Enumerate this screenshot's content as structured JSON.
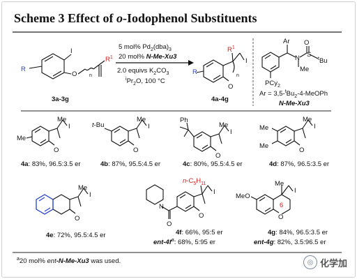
{
  "scheme": {
    "title_prefix": "Scheme 3 Effect of ",
    "title_o": "o",
    "title_suffix": "-Iodophenol Substituents"
  },
  "reaction": {
    "substrate_label": "3a-3g",
    "product_label": "4a-4g",
    "conditions": {
      "line1": "5 mol% Pd",
      "line1_sub": "2",
      "line1_b": "(dba)",
      "line1_sub2": "3",
      "line2_a": "20 mol% ",
      "line2_b": "N-Me-Xu3",
      "line3": "2.0 equivs K",
      "line3_sub": "2",
      "line3_b": "CO",
      "line3_sub2": "3",
      "line4_sup": "i",
      "line4": "Pr",
      "line4_sub": "2",
      "line4_b": "O, 100 °C"
    },
    "ligand": {
      "ar_def_prefix": "Ar = 3,5-",
      "ar_def_sup": "t",
      "ar_def_mid": "Bu",
      "ar_def_sub": "2",
      "ar_def_suffix": "-4-MeOPh",
      "name": "N-Me-Xu3"
    },
    "atoms": {
      "R": "R",
      "I": "I",
      "O": "O",
      "R1": "R",
      "R1_sup": "1",
      "n": "n",
      "Ar": "Ar",
      "S": "S",
      "N": "N",
      "Me": "Me",
      "tBu_sup": "t",
      "tBu": "Bu",
      "P": "PCy",
      "P_sub": "2",
      "O_sulf": "O"
    }
  },
  "products": [
    {
      "id": "4a",
      "text": ": 83%, 96.5:3.5 er",
      "substituent": "Me"
    },
    {
      "id": "4b",
      "text": ": 87%, 95.5:4.5 er",
      "substituent_prefix": "t",
      "substituent": "-Bu"
    },
    {
      "id": "4c",
      "text": ": 80%, 95.5:4.5 er",
      "substituent": "Ph"
    },
    {
      "id": "4d",
      "text": ": 87%, 96.5:3.5 er",
      "substituent": "Me",
      "substituent2": "Me"
    },
    {
      "id": "4e",
      "text": ": 72%, 95.5:4.5 er"
    },
    {
      "id": "4f",
      "text": ": 66%, 95:5 er",
      "ent_label": "ent-4f",
      "ent_sup": "a",
      "ent_text": ": 68%, 5:95 er",
      "chain_prefix": "n",
      "chain": "-C",
      "chain_sub": "5",
      "chain_sub2": "H",
      "chain_sub3": "11"
    },
    {
      "id": "4g",
      "text": ": 84%, 96.5:3.5 er",
      "ent_label": "ent-4g",
      "ent_text": ": 82%, 3.5:96.5 er",
      "substituent": "MeO",
      "ring_size": "6"
    }
  ],
  "footnote": {
    "sup": "a",
    "text_a": "20 mol% ",
    "text_b": "ent",
    "text_c": "-N-Me-Xu3",
    "text_d": " was used."
  },
  "common": {
    "Me": "Me",
    "I": "I",
    "O": "O"
  },
  "watermark": {
    "text": "化学加",
    "icon": "◎"
  },
  "colors": {
    "blue_ring": "#1f3fd0",
    "red_accent": "#d02020"
  }
}
